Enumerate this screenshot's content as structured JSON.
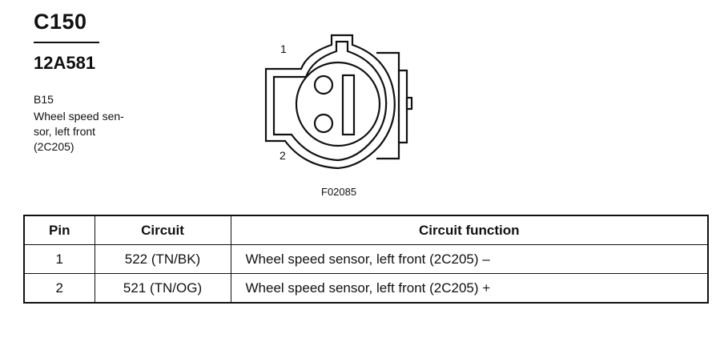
{
  "header": {
    "connector_id": "C150",
    "part_number": "12A581",
    "location_code": "B15",
    "description_lines": [
      "Wheel speed sen-",
      "sor, left front",
      "(2C205)"
    ]
  },
  "figure": {
    "pin_labels": [
      "1",
      "2"
    ],
    "figure_code": "F02085"
  },
  "table": {
    "headers": [
      "Pin",
      "Circuit",
      "Circuit function"
    ],
    "rows": [
      [
        "1",
        "522 (TN/BK)",
        "Wheel speed sensor, left front (2C205) –"
      ],
      [
        "2",
        "521 (TN/OG)",
        "Wheel speed sensor, left front (2C205) +"
      ]
    ]
  }
}
